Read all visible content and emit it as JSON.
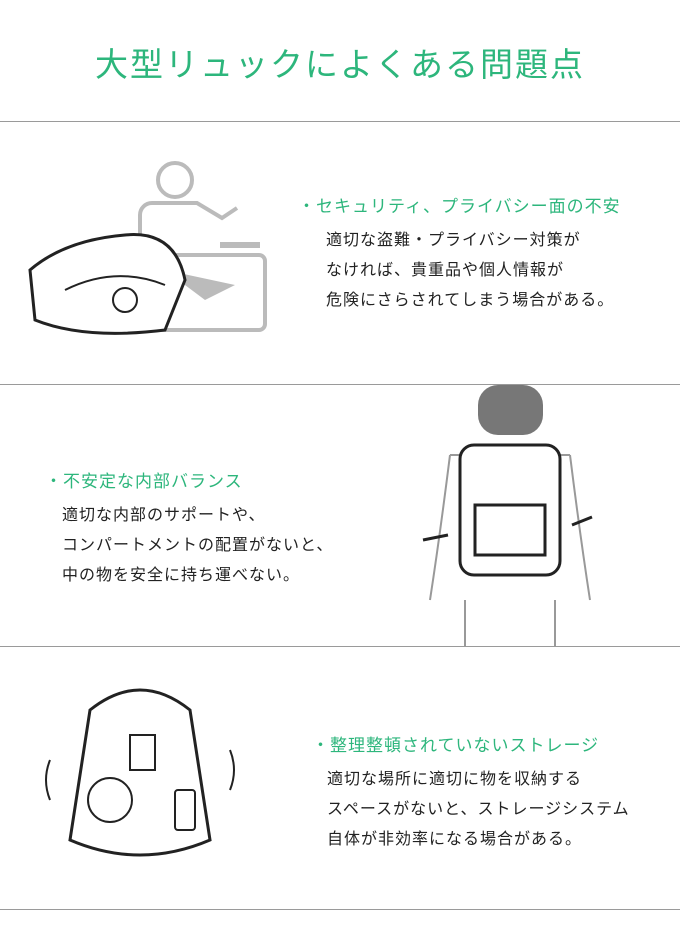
{
  "title": "大型リュックによくある問題点",
  "sections": [
    {
      "heading": "・セキュリティ、プライバシー面の不安",
      "lines": [
        "適切な盗難・プライバシー対策が",
        "なければ、貴重品や個人情報が",
        "危険にさらされてしまう場合がある。"
      ]
    },
    {
      "heading": "・不安定な内部バランス",
      "lines": [
        "適切な内部のサポートや、",
        "コンパートメントの配置がないと、",
        "中の物を安全に持ち運べない。"
      ]
    },
    {
      "heading": "・整理整頓されていないストレージ",
      "lines": [
        "適切な場所に適切に物を収納する",
        "スペースがないと、ストレージシステム",
        "自体が非効率になる場合がある。"
      ]
    }
  ],
  "colors": {
    "accent": "#2db67c",
    "rule": "#9a9a9a"
  }
}
